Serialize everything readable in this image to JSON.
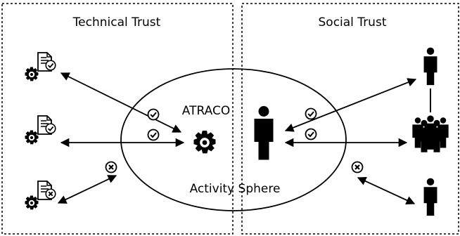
{
  "diagram": {
    "left_panel": {
      "title": "Technical Trust"
    },
    "right_panel": {
      "title": "Social Trust"
    },
    "center": {
      "system_label": "ATRACO",
      "sphere_label": "Activity Sphere"
    },
    "icons": {
      "document_gear": "document-gear-icon",
      "gear": "gear-icon",
      "person": "person-icon",
      "group": "group-icon",
      "check": "check-circle-icon",
      "cross": "cross-circle-icon"
    }
  }
}
